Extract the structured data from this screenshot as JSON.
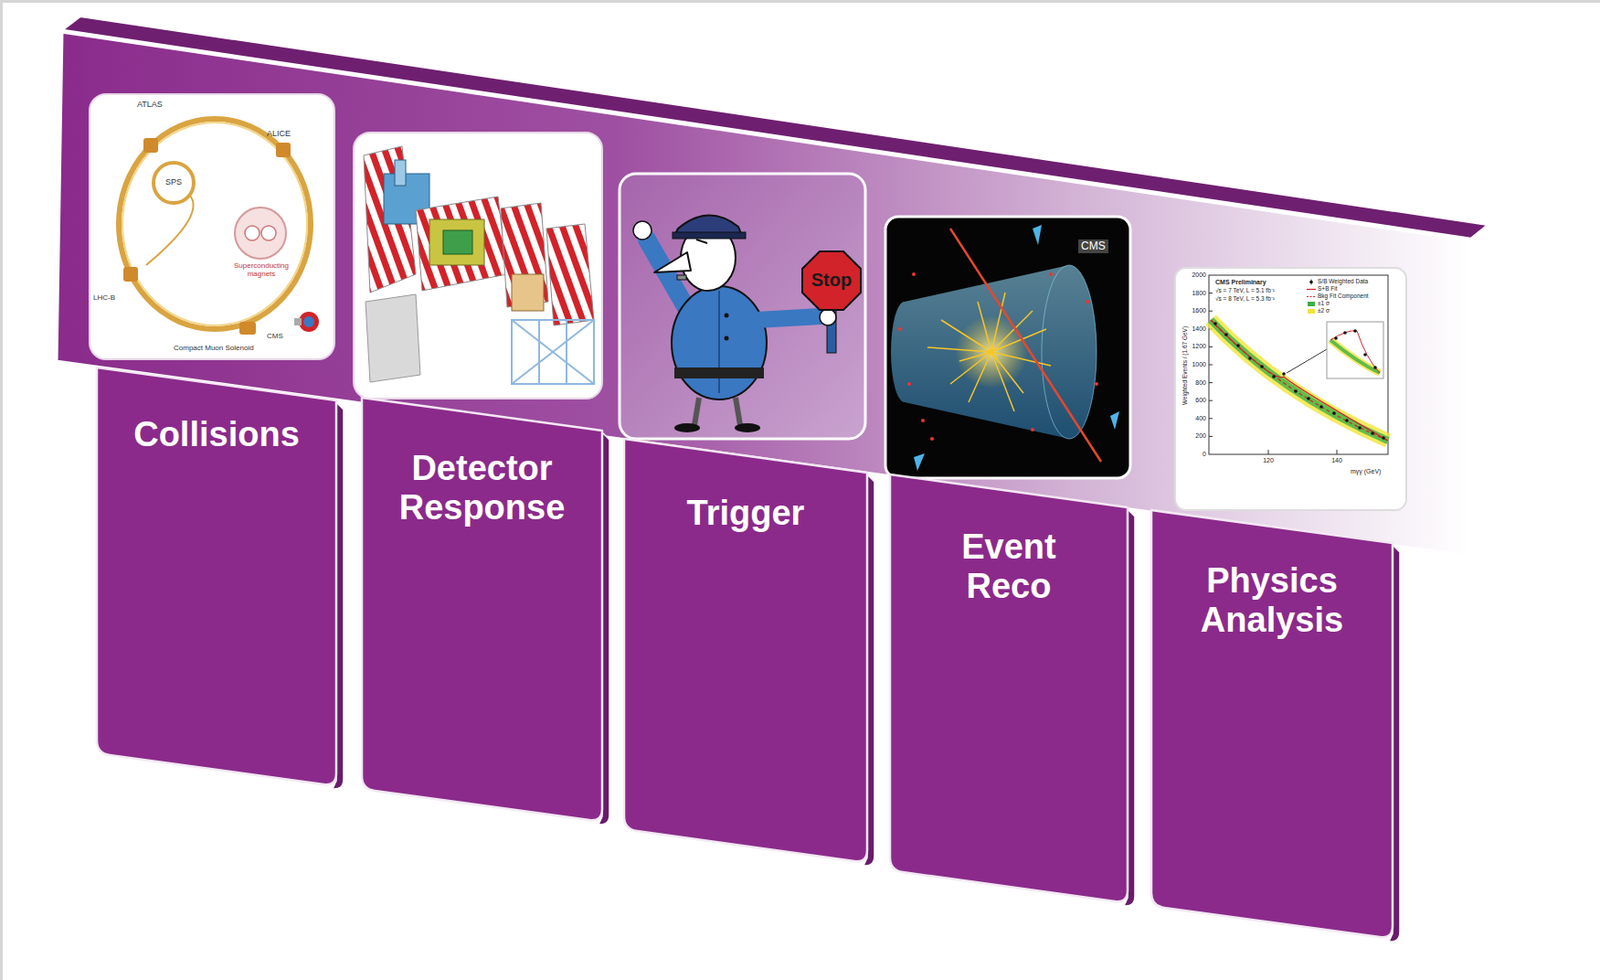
{
  "diagram": {
    "nodes": [
      {
        "text": [
          "Collisions"
        ]
      },
      {
        "text": [
          "Detector Response"
        ]
      },
      {
        "text": [
          "Trigger"
        ]
      },
      {
        "text": [
          "Event Reco"
        ]
      },
      {
        "text": [
          "Physics Analysis"
        ]
      }
    ],
    "labels": [
      "ATLAS",
      "ALICE",
      "SPS",
      "Superconducting magnets",
      "LHC-B",
      "CMS",
      "Compact Muon Solenoid",
      "Stop",
      "CMS",
      "CMS Preliminary",
      "√s = 7 TeV, L = 5.1 fb⁻¹",
      "√s = 8 TeV, L = 5.3 fb⁻¹",
      "Weighted Events / (1.67 GeV)",
      "2000",
      "1800",
      "1600",
      "1400",
      "1200",
      "1000",
      "800",
      "600",
      "400",
      "200",
      "0",
      "120",
      "140",
      "mγγ (GeV)"
    ],
    "legend": [
      {
        "text": "S/B Weighted Data"
      },
      {
        "text": "S+B Fit"
      },
      {
        "text": "Bkg Fit Component"
      },
      {
        "text": "±1 σ",
        "color": "#3cb043"
      },
      {
        "text": "±2 σ",
        "color": "#f2e33a"
      }
    ]
  }
}
